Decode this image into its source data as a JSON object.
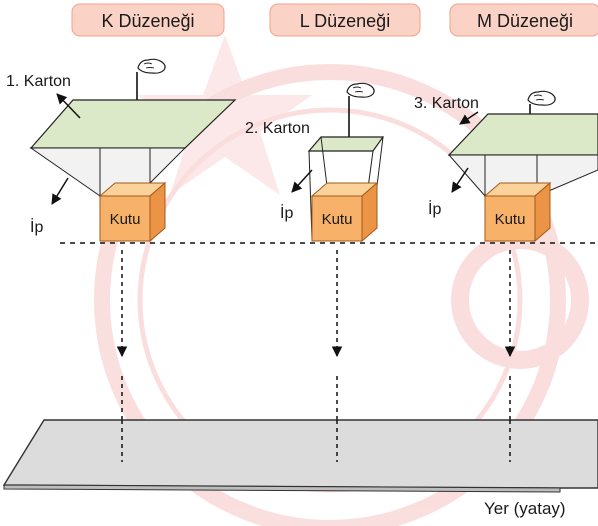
{
  "headers": {
    "k": "K Düzeneği",
    "l": "L Düzeneği",
    "m": "M Düzeneği"
  },
  "cards": {
    "k": "1. Karton",
    "l": "2. Karton",
    "m": "3. Karton"
  },
  "rope_label": "İp",
  "box_label": "Kutu",
  "ground_label": "Yer (yatay)",
  "colors": {
    "header_bg": "#fbd3c6",
    "header_border": "#f3a08c",
    "card_fill": "#dbe9c9",
    "box_front": "#f7b168",
    "box_top": "#fbd39a",
    "box_side": "#ec9445",
    "box_stroke": "#a05a1a",
    "ground_fill": "#dcdcdc",
    "ground_edge": "#bdbdbd",
    "watermark": "#e23a3a"
  }
}
